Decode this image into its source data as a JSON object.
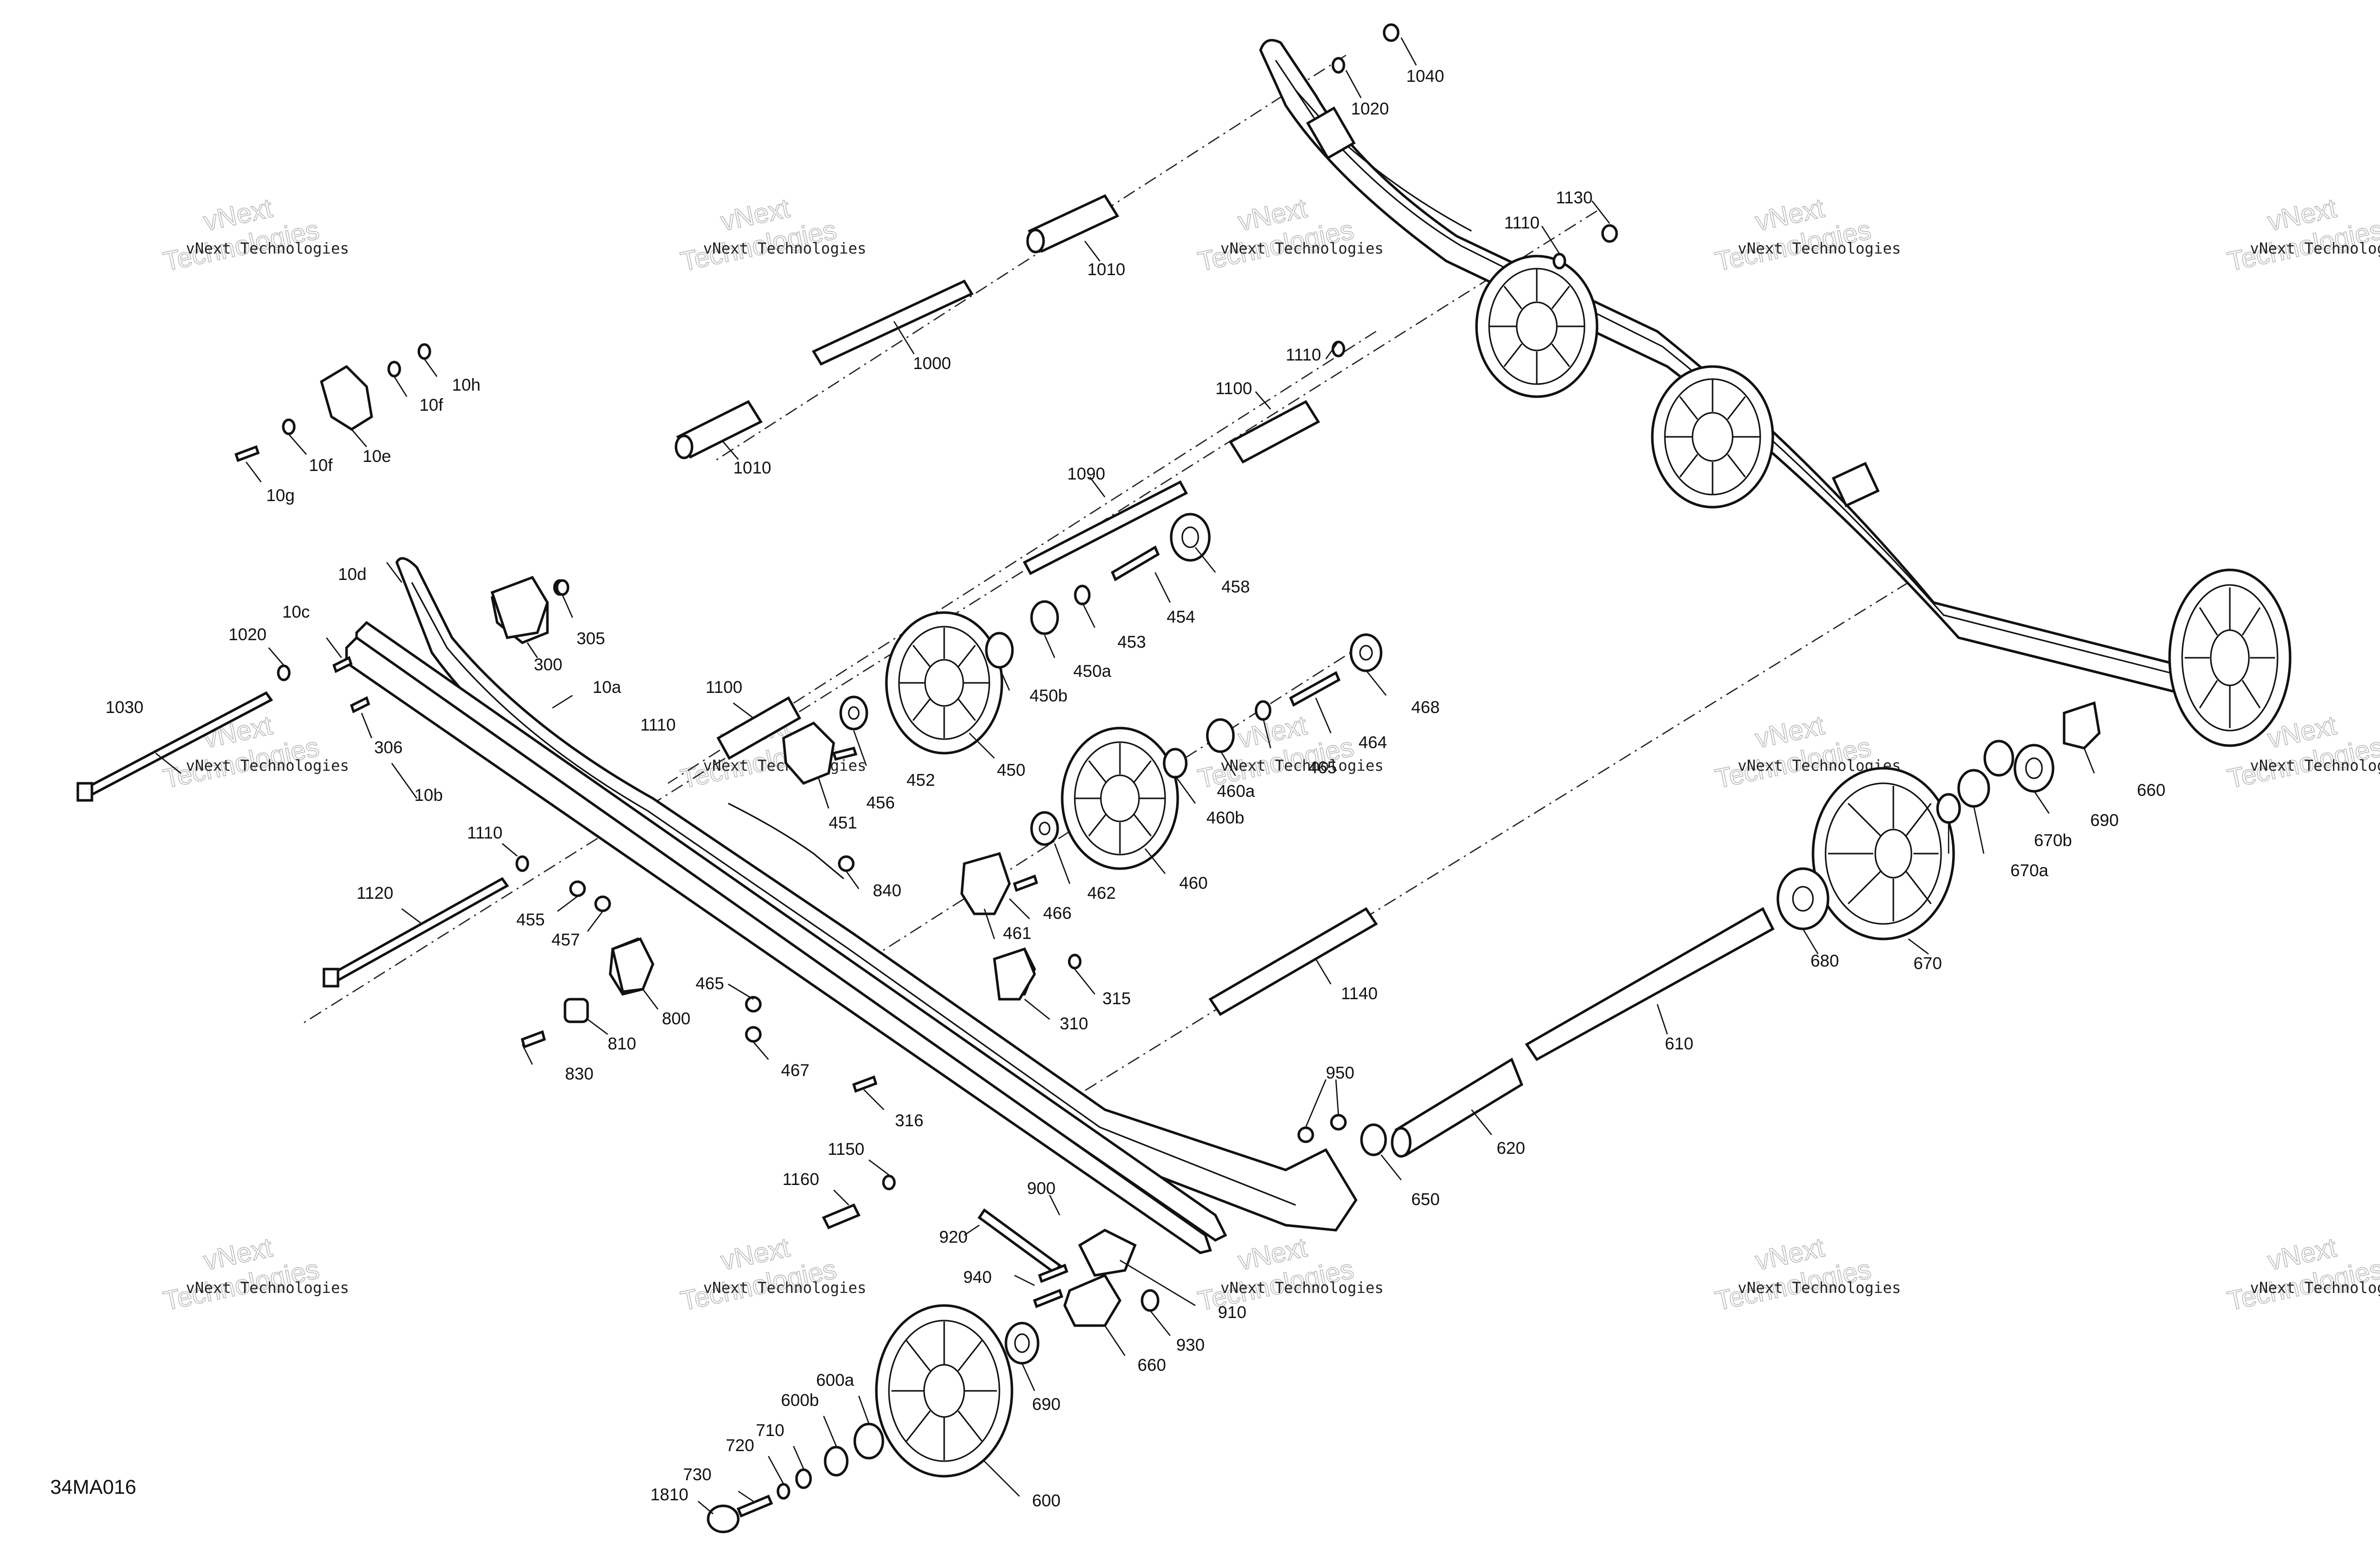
{
  "diagram_code": "34MA016",
  "watermark": {
    "line1": "vNext",
    "line2": "Technologies",
    "line3": "vNext Technologies"
  },
  "labels": {
    "p1040": "1040",
    "p1020_top": "1020",
    "p1010_top": "1010",
    "p1000": "1000",
    "p1010_bot": "1010",
    "p1130": "1130",
    "p1110_top": "1110",
    "p1110_mid": "1110",
    "p1100_top": "1100",
    "p1090": "1090",
    "p10h": "10h",
    "p10f_a": "10f",
    "p10f_b": "10f",
    "p10e": "10e",
    "p10g": "10g",
    "p10d": "10d",
    "p10c": "10c",
    "p1020_left": "1020",
    "p305": "305",
    "p300": "300",
    "p10a": "10a",
    "p1030": "1030",
    "p306": "306",
    "p10b": "10b",
    "p1110_left": "1110",
    "p1110_low": "1110",
    "p1120": "1120",
    "p1100_mid": "1100",
    "p458": "458",
    "p454": "454",
    "p453": "453",
    "p450a": "450a",
    "p450b": "450b",
    "p452": "452",
    "p456": "456",
    "p450": "450",
    "p451": "451",
    "p468": "468",
    "p464": "464",
    "p465_top": "465",
    "p460a": "460a",
    "p460b": "460b",
    "p460": "460",
    "p462": "462",
    "p466": "466",
    "p461": "461",
    "p840": "840",
    "p455": "455",
    "p457": "457",
    "p310": "310",
    "p315": "315",
    "p800": "800",
    "p810": "810",
    "p830": "830",
    "p465": "465",
    "p467": "467",
    "p316": "316",
    "p1140": "1140",
    "p610": "610",
    "p680": "680",
    "p670": "670",
    "p670a": "670a",
    "p670b": "670b",
    "p690_right": "690",
    "p660_right": "660",
    "p950": "950",
    "p620": "620",
    "p650": "650",
    "p1150": "1150",
    "p1160": "1160",
    "p900": "900",
    "p920": "920",
    "p940": "940",
    "p910": "910",
    "p930": "930",
    "p660_low": "660",
    "p690_low": "690",
    "p600a": "600a",
    "p600b": "600b",
    "p710": "710",
    "p720": "720",
    "p730": "730",
    "p1810": "1810",
    "p600": "600"
  }
}
